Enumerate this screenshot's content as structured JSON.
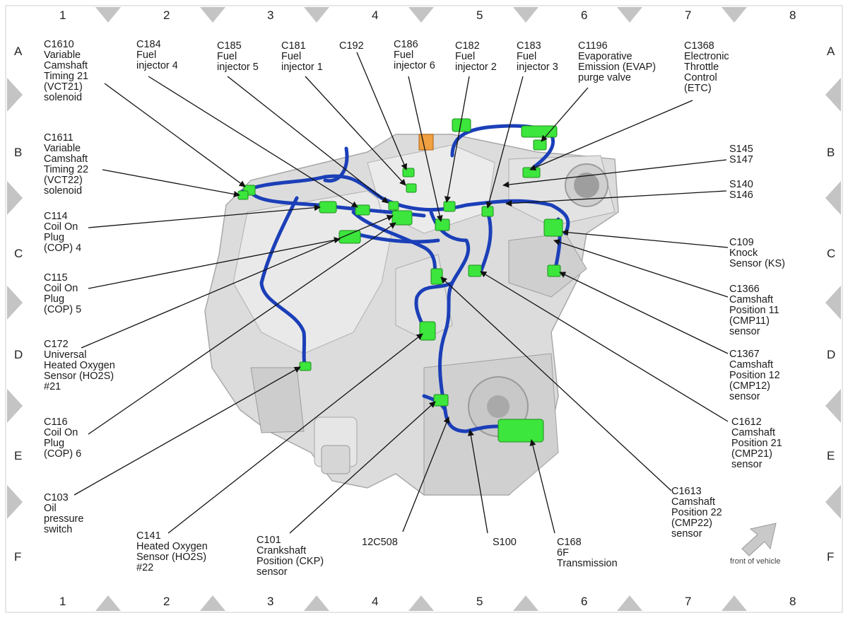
{
  "grid": {
    "columns": [
      "1",
      "2",
      "3",
      "4",
      "5",
      "6",
      "7",
      "8"
    ],
    "rows": [
      "A",
      "B",
      "C",
      "D",
      "E",
      "F"
    ]
  },
  "colors": {
    "harness": "#1b3fb8",
    "connector": "#3ce63c",
    "engine": "#d6d6d6",
    "orange_tag": "#f0a040",
    "border_triangle": "#bdbdbd",
    "leader": "#111111"
  },
  "front_label": "front of vehicle",
  "labels": [
    {
      "id": "c1610",
      "text": "C1610\nVariable\nCamshaft\nTiming 21\n(VCT21)\nsolenoid"
    },
    {
      "id": "c184",
      "text": "C184\nFuel\ninjector 4"
    },
    {
      "id": "c185",
      "text": "C185\nFuel\ninjector 5"
    },
    {
      "id": "c181",
      "text": "C181\nFuel\ninjector 1"
    },
    {
      "id": "c192",
      "text": "C192"
    },
    {
      "id": "c186",
      "text": "C186\nFuel\ninjector 6"
    },
    {
      "id": "c182",
      "text": "C182\nFuel\ninjector 2"
    },
    {
      "id": "c183",
      "text": "C183\nFuel\ninjector 3"
    },
    {
      "id": "c1196",
      "text": "C1196\nEvaporative\nEmission (EVAP)\npurge valve"
    },
    {
      "id": "c1368",
      "text": "C1368\nElectronic\nThrottle\nControl\n(ETC)"
    },
    {
      "id": "c1611",
      "text": "C1611\nVariable\nCamshaft\nTiming 22\n(VCT22)\nsolenoid"
    },
    {
      "id": "s145",
      "text": "S145\nS147"
    },
    {
      "id": "s140",
      "text": "S140\nS146"
    },
    {
      "id": "c114",
      "text": "C114\nCoil On\nPlug\n(COP) 4"
    },
    {
      "id": "c109",
      "text": "C109\nKnock\nSensor (KS)"
    },
    {
      "id": "c115",
      "text": "C115\nCoil On\nPlug\n(COP) 5"
    },
    {
      "id": "c1366",
      "text": "C1366\nCamshaft\nPosition 11\n(CMP11)\nsensor"
    },
    {
      "id": "c172",
      "text": "C172\nUniversal\nHeated Oxygen\nSensor (HO2S)\n#21"
    },
    {
      "id": "c1367",
      "text": "C1367\nCamshaft\nPosition 12\n(CMP12)\nsensor"
    },
    {
      "id": "c116",
      "text": "C116\nCoil On\nPlug\n(COP) 6"
    },
    {
      "id": "c1612",
      "text": "C1612\nCamshaft\nPosition 21\n(CMP21)\nsensor"
    },
    {
      "id": "c103",
      "text": "C103\nOil\npressure\nswitch"
    },
    {
      "id": "c1613",
      "text": "C1613\nCamshaft\nPosition 22\n(CMP22)\nsensor"
    },
    {
      "id": "c141",
      "text": "C141\nHeated Oxygen\nSensor (HO2S)\n#22"
    },
    {
      "id": "c101",
      "text": "C101\nCrankshaft\nPosition (CKP)\nsensor"
    },
    {
      "id": "c12c508",
      "text": "12C508"
    },
    {
      "id": "s100",
      "text": "S100"
    },
    {
      "id": "c168",
      "text": "C168\n6F\nTransmission"
    }
  ]
}
